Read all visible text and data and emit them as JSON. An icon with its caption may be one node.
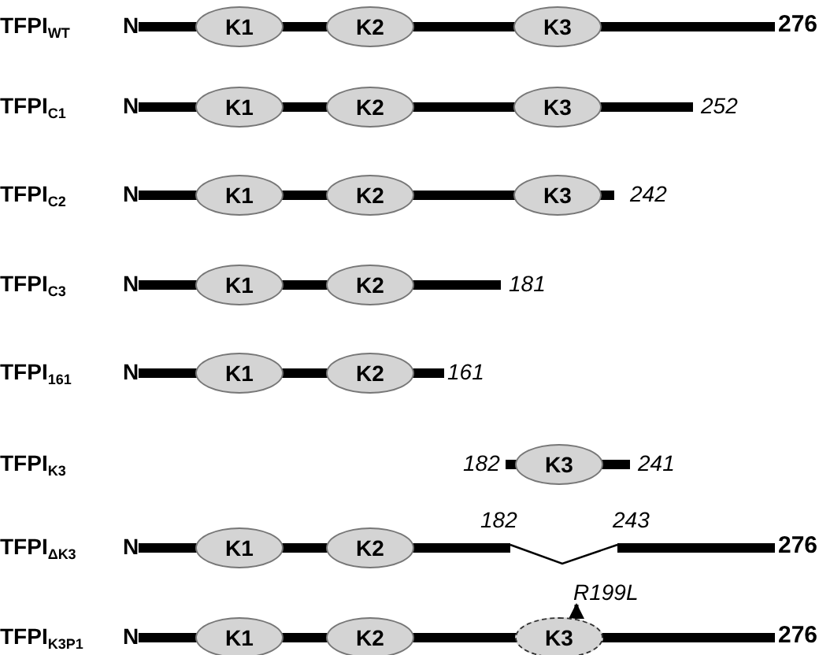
{
  "diagram": {
    "nodes": [
      {
        "text": [
          "K1"
        ]
      },
      {
        "text": [
          "K2"
        ]
      },
      {
        "text": [
          "K3"
        ]
      },
      {
        "text": [
          "K1"
        ]
      },
      {
        "text": [
          "K2"
        ]
      },
      {
        "text": [
          "K3"
        ]
      },
      {
        "text": [
          "K1"
        ]
      },
      {
        "text": [
          "K2"
        ]
      },
      {
        "text": [
          "K3"
        ]
      },
      {
        "text": [
          "K1"
        ]
      },
      {
        "text": [
          "K2"
        ]
      },
      {
        "text": [
          "K1"
        ]
      },
      {
        "text": [
          "K2"
        ]
      },
      {
        "text": [
          "K3"
        ]
      },
      {
        "text": [
          "K1"
        ]
      },
      {
        "text": [
          "K2"
        ]
      },
      {
        "text": [
          "K1"
        ]
      },
      {
        "text": [
          "K2"
        ]
      },
      {
        "text": [
          "K3"
        ]
      },
      {
        "text": [
          "R199L"
        ]
      }
    ],
    "edges": [
      {
        "from": 18,
        "to": 19,
        "arrow": "to"
      }
    ],
    "labels": [
      "TFPI$_{WT}$",
      "N",
      "276",
      "TFPI$_{C1}$",
      "N",
      "252",
      "TFPI$_{C2}$",
      "N",
      "242",
      "TFPI$_{C3}$",
      "N",
      "181",
      "TFPI$_{161}$",
      "N",
      "161",
      "TFPI$_{K3}$",
      "182",
      "241",
      "TFPI$_{ΔK3}$",
      "N",
      "182",
      "243",
      "276",
      "TFPI$_{K3P1}$",
      "N",
      "276"
    ]
  }
}
